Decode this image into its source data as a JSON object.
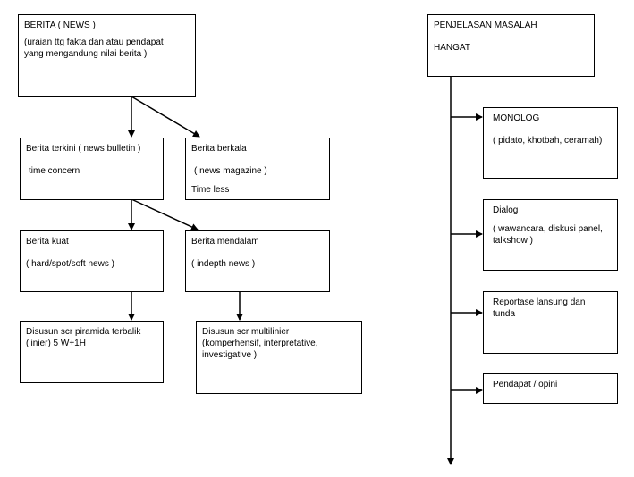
{
  "news_tree": {
    "berita": {
      "title": "BERITA ( NEWS )",
      "desc": "(uraian ttg fakta dan atau pendapat\nyang mengandung nilai berita )"
    },
    "terkini": {
      "title": "Berita terkini ( news bulletin )",
      "desc": "time concern"
    },
    "berkala": {
      "title": "Berita berkala",
      "desc": "( news magazine )",
      "extra": "Time less"
    },
    "kuat": {
      "title": "Berita kuat",
      "desc": "( hard/spot/soft news )"
    },
    "mendalam": {
      "title": "Berita mendalam",
      "desc": "( indepth news )"
    },
    "piramida": {
      "text": "Disusun scr piramida terbalik\n(linier) 5 W+1H"
    },
    "multilinier": {
      "text": "Disusun scr multilinier\n(komperhensif, interpretative,\ninvestigative )"
    }
  },
  "penjelasan": {
    "header": {
      "line1": "PENJELASAN MASALAH",
      "line2": "HANGAT"
    },
    "items": [
      {
        "title": "MONOLOG",
        "desc": "( pidato, khotbah, ceramah)"
      },
      {
        "title": "Dialog",
        "desc": "( wawancara, diskusi panel,\ntalkshow )"
      },
      {
        "title": "Reportase lansung dan\ntunda",
        "desc": ""
      },
      {
        "title": "Pendapat / opini",
        "desc": ""
      }
    ]
  }
}
